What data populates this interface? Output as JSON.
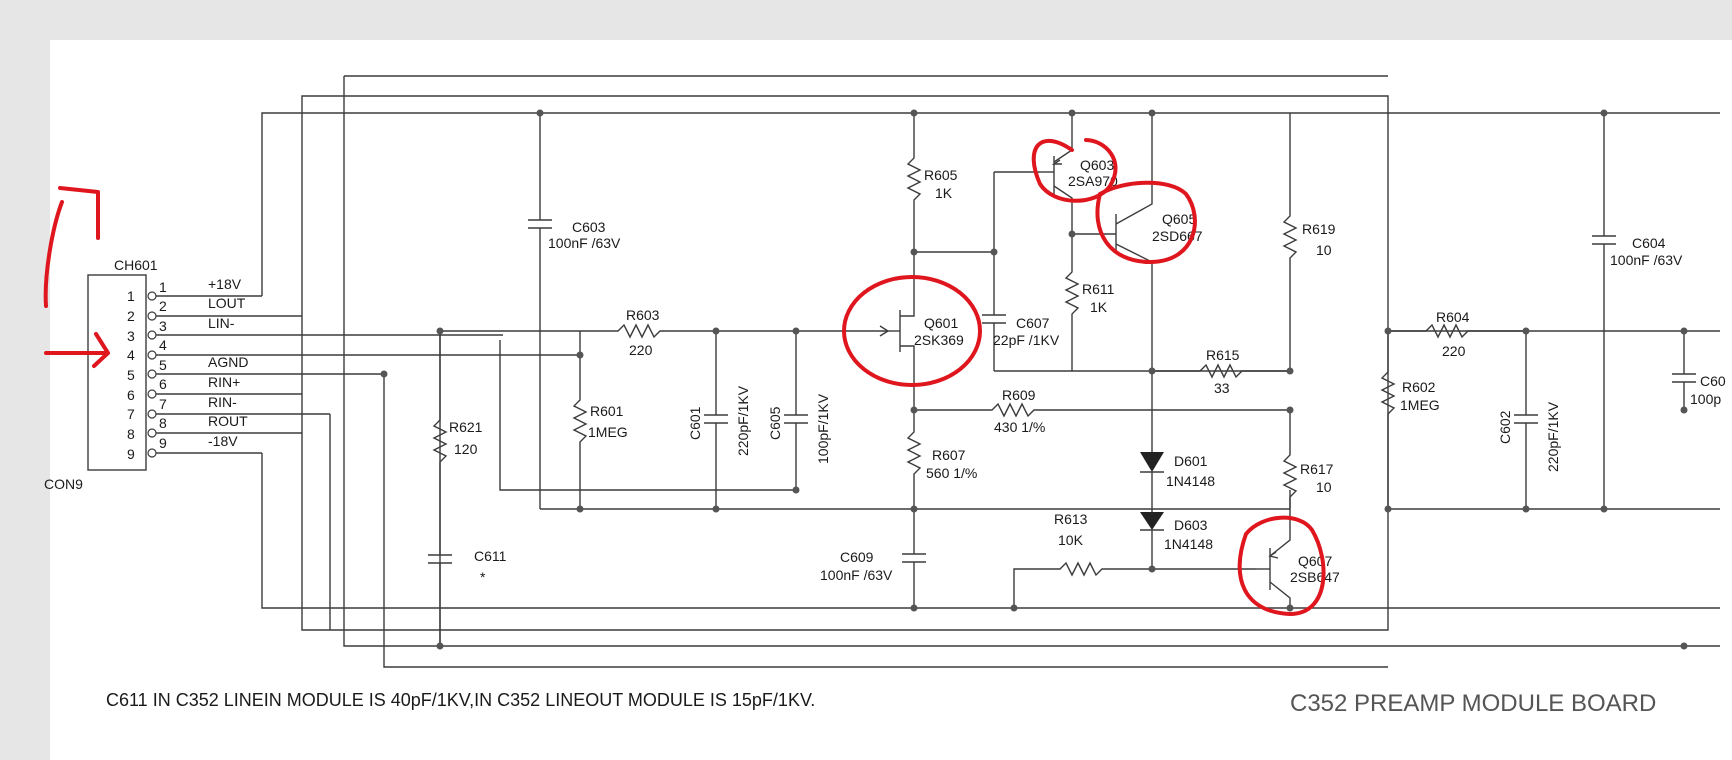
{
  "header": {
    "connector_ref": "CH601",
    "connector_type": "CON9"
  },
  "pins": [
    {
      "num": "1",
      "net": "+18V"
    },
    {
      "num": "2",
      "net": "LOUT"
    },
    {
      "num": "3",
      "net": "LIN-"
    },
    {
      "num": "4",
      "net": ""
    },
    {
      "num": "5",
      "net": "AGND"
    },
    {
      "num": "6",
      "net": "RIN+"
    },
    {
      "num": "7",
      "net": "RIN-"
    },
    {
      "num": "8",
      "net": "ROUT"
    },
    {
      "num": "9",
      "net": "-18V"
    }
  ],
  "components": {
    "r603": {
      "ref": "R603",
      "value": "220"
    },
    "r601": {
      "ref": "R601",
      "value": "1MEG"
    },
    "r621": {
      "ref": "R621",
      "value": "120"
    },
    "c603": {
      "ref": "C603",
      "value": "100nF /63V"
    },
    "c611": {
      "ref": "C611",
      "value": "*"
    },
    "c601": {
      "ref": "C601",
      "value": "220pF/1KV"
    },
    "c605": {
      "ref": "C605",
      "value": "100pF/1KV"
    },
    "r605": {
      "ref": "R605",
      "value": "1K"
    },
    "q601": {
      "ref": "Q601",
      "value": "2SK369"
    },
    "c607": {
      "ref": "C607",
      "value": "22pF /1KV"
    },
    "r607": {
      "ref": "R607",
      "value": "560 1/%"
    },
    "c609": {
      "ref": "C609",
      "value": "100nF /63V"
    },
    "q603": {
      "ref": "Q603",
      "value": "2SA970"
    },
    "q605": {
      "ref": "Q605",
      "value": "2SD667"
    },
    "r611": {
      "ref": "R611",
      "value": "1K"
    },
    "r609": {
      "ref": "R609",
      "value": "430  1/%"
    },
    "r613": {
      "ref": "R613",
      "value": "10K"
    },
    "d601": {
      "ref": "D601",
      "value": "1N4148"
    },
    "d603": {
      "ref": "D603",
      "value": "1N4148"
    },
    "r615": {
      "ref": "R615",
      "value": "33"
    },
    "r619": {
      "ref": "R619",
      "value": "10"
    },
    "r617": {
      "ref": "R617",
      "value": "10"
    },
    "q607": {
      "ref": "Q607",
      "value": "2SB647"
    },
    "r604": {
      "ref": "R604",
      "value": "220"
    },
    "r602": {
      "ref": "R602",
      "value": "1MEG"
    },
    "c602": {
      "ref": "C602",
      "value": "220pF/1KV"
    },
    "c604": {
      "ref": "C604",
      "value": "100nF /63V"
    },
    "c606_partial": {
      "ref": "C60",
      "value": "100p"
    }
  },
  "footer": {
    "note": "C611 IN C352 LINEIN MODULE IS 40pF/1KV,IN C352 LINEOUT MODULE IS 15pF/1KV.",
    "title": "C352 PREAMP MODULE BOARD"
  },
  "colors": {
    "background": "#e6e6e6",
    "paper": "#ffffff",
    "wire": "#3c3c3c",
    "annotation": "#e0161e"
  }
}
